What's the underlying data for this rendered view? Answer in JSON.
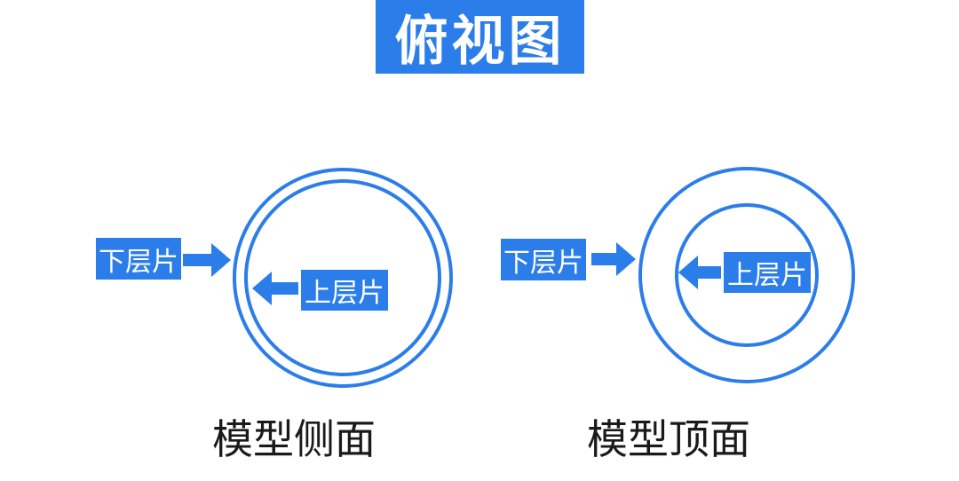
{
  "title": "俯视图",
  "left_panel": {
    "lower_label": "下层片",
    "upper_label": "上层片",
    "caption": "模型侧面"
  },
  "right_panel": {
    "lower_label": "下层片",
    "upper_label": "上层片",
    "caption": "模型顶面"
  },
  "colors": {
    "accent": "#2b7de9",
    "text": "#1a1a1a",
    "background": "#ffffff"
  }
}
